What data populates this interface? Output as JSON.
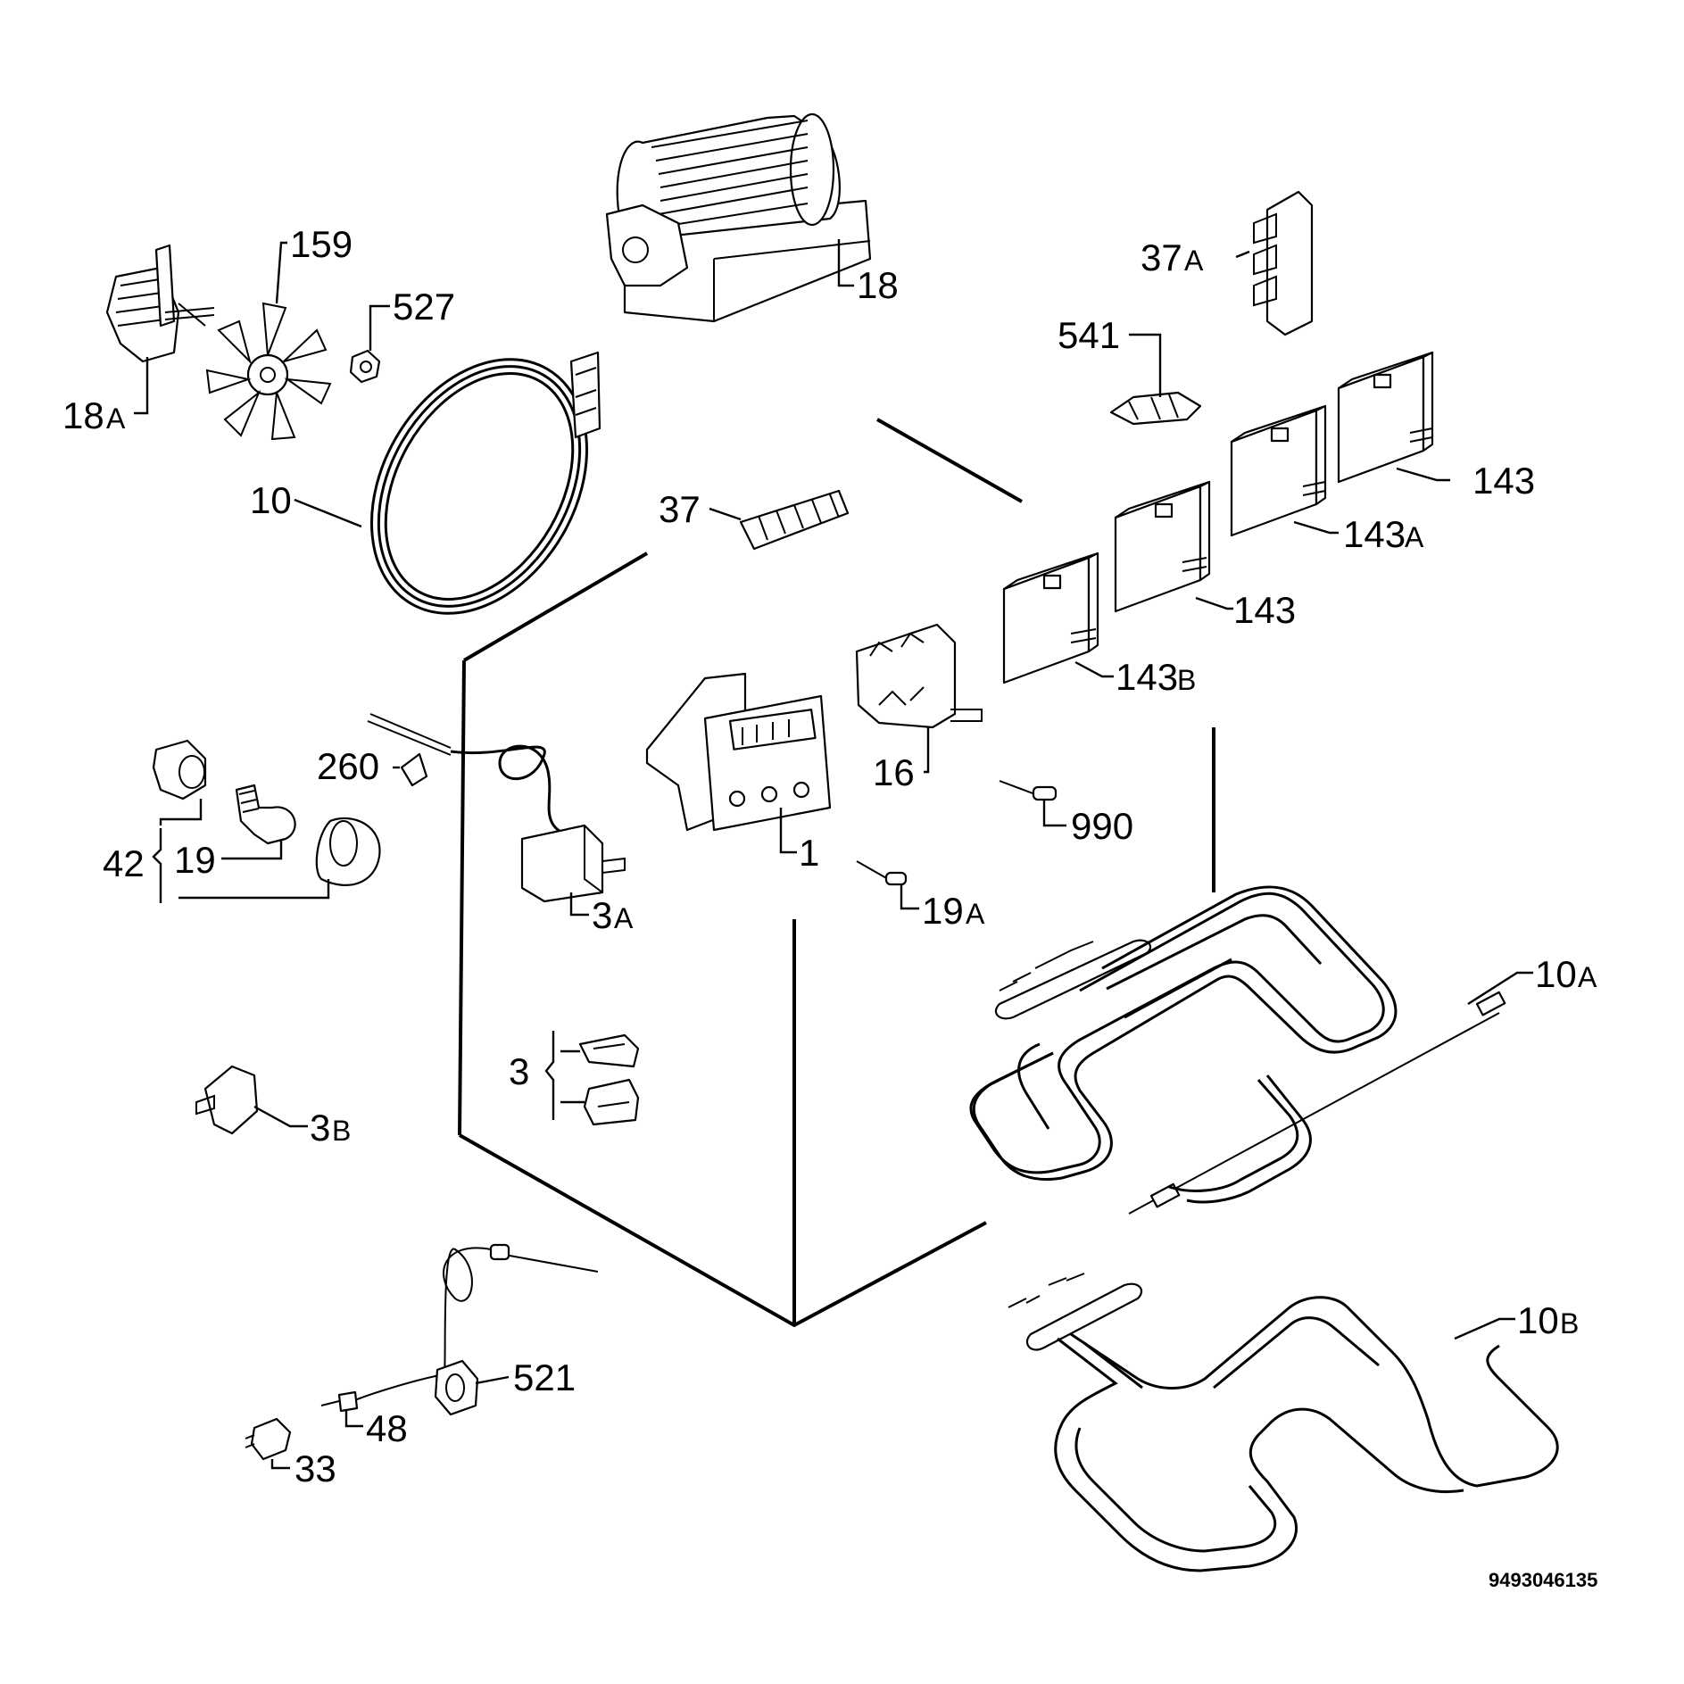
{
  "labels": {
    "l159": "159",
    "l18": "18",
    "l527": "527",
    "l18A": "18",
    "l18A_s": "A",
    "l37A": "37",
    "l37A_s": "A",
    "l541": "541",
    "l10": "10",
    "l37": "37",
    "l143a": "143",
    "l143A": "143",
    "l143A_s": "A",
    "l143b": "143",
    "l143B": "143",
    "l143B_s": "B",
    "l260": "260",
    "l16": "16",
    "l990": "990",
    "l42": "42",
    "l19": "19",
    "l1": "1",
    "l3A": "3",
    "l3A_s": "A",
    "l19A": "19",
    "l19A_s": "A",
    "l10A": "10",
    "l10A_s": "A",
    "l3": "3",
    "l3B": "3",
    "l3B_s": "B",
    "l10B": "10",
    "l10B_s": "B",
    "l521": "521",
    "l48": "48",
    "l33": "33"
  },
  "drawing_code": "9493046135",
  "colors": {
    "ink": "#000000",
    "paper": "#ffffff"
  }
}
